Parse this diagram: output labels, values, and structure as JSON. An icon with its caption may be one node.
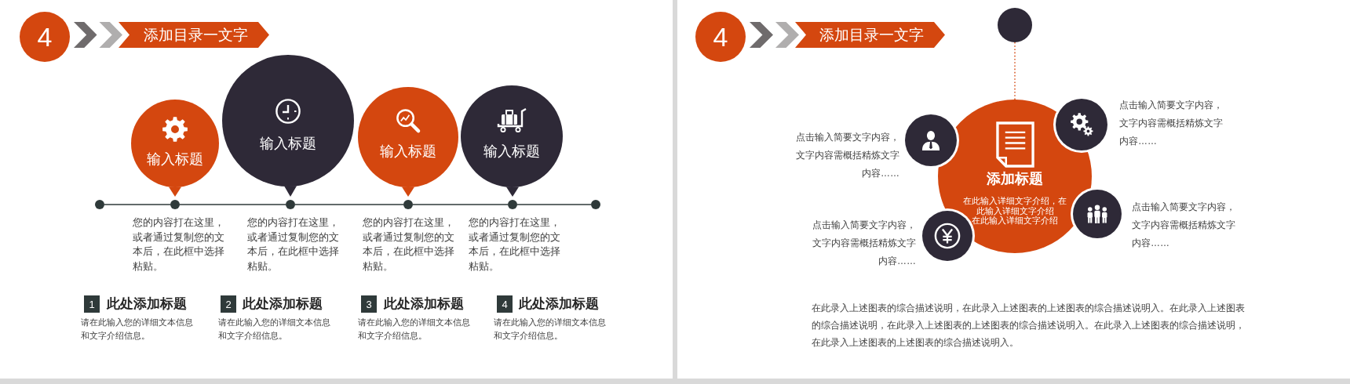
{
  "diagram": {
    "nodes": [
      {
        "text": [
          "4"
        ]
      },
      {
        "text": [
          "添加目录一文字"
        ]
      },
      {
        "text": [
          "输入标题"
        ]
      },
      {
        "text": [
          "输入标题"
        ]
      },
      {
        "text": [
          "输入标题"
        ]
      },
      {
        "text": [
          "输入标题"
        ]
      },
      {
        "text": [],
        "shape": "circle"
      },
      {
        "text": [],
        "shape": "circle"
      },
      {
        "text": [],
        "shape": "circle"
      },
      {
        "text": [],
        "shape": "circle"
      },
      {
        "text": [],
        "shape": "circle"
      },
      {
        "text": [],
        "shape": "circle"
      },
      {
        "text": [
          "1"
        ],
        "beside": [
          "此处添加标题",
          "请在此输入您的详细文本信息和文字介绍信息。"
        ]
      },
      {
        "text": [
          "2"
        ],
        "beside": [
          "此处添加标题",
          "请在此输入您的详细文本信息和文字介绍信息。"
        ]
      },
      {
        "text": [
          "3"
        ],
        "beside": [
          "此处添加标题",
          "请在此输入您的详细文本信息和文字介绍信息。"
        ]
      },
      {
        "text": [
          "4"
        ],
        "beside": [
          "此处添加标题",
          "请在此输入您的详细文本信息和文字介绍信息。"
        ]
      },
      {
        "text": [
          "4"
        ]
      },
      {
        "text": [
          "添加目录一文字"
        ]
      },
      {
        "text": [],
        "shape": "circle"
      },
      {
        "text": [
          "添加标题",
          "在此输入详细文字介绍，在此输入详细文字介绍",
          "在此输入详细文字介绍"
        ]
      },
      {
        "text": [],
        "shape": "circle",
        "beside": [
          "点击输入简要文字内容，文字内容需概括精炼文字内容……"
        ]
      },
      {
        "text": [],
        "shape": "circle",
        "beside": [
          "点击输入简要文字内容，文字内容需概括精炼文字内容……"
        ]
      },
      {
        "text": [],
        "shape": "circle",
        "beside": [
          "点击输入简要文字内容，文字内容需概括精炼文字内容……"
        ]
      },
      {
        "text": [],
        "shape": "circle",
        "beside": [
          "点击输入简要文字内容，文字内容需概括精炼文字内容……"
        ]
      }
    ],
    "edges": [
      {
        "from": 0,
        "to": 1,
        "arrow": "to",
        "color": "#6f6b6c"
      },
      {
        "from": 2,
        "to": 7,
        "arrow": "to",
        "color": "#d4470f"
      },
      {
        "from": 3,
        "to": 8,
        "arrow": "to",
        "color": "#2e2937"
      },
      {
        "from": 4,
        "to": 9,
        "arrow": "to",
        "color": "#d4470f"
      },
      {
        "from": 5,
        "to": 10,
        "arrow": "to",
        "color": "#2e2937"
      },
      {
        "from": 6,
        "to": 7,
        "arrow": "none"
      },
      {
        "from": 7,
        "to": 8,
        "arrow": "none"
      },
      {
        "from": 8,
        "to": 9,
        "arrow": "none"
      },
      {
        "from": 9,
        "to": 10,
        "arrow": "none"
      },
      {
        "from": 10,
        "to": 11,
        "arrow": "none"
      },
      {
        "from": 16,
        "to": 17,
        "arrow": "to",
        "color": "#6f6b6c"
      },
      {
        "from": 18,
        "to": 19,
        "arrow": "none",
        "style": "dashed",
        "color": "#d4470f"
      }
    ],
    "labels": [
      "您的内容打在这里，或者通过复制您的文本后，在此框中选择粘贴。",
      "您的内容打在这里，或者通过复制您的文本后，在此框中选择粘贴。",
      "您的内容打在这里，或者通过复制您的文本后，在此框中选择粘贴。",
      "您的内容打在这里，或者通过复制您的文本后，在此框中选择粘贴。",
      "在此录入上述图表的综合描述说明，在此录入上述图表的上述图表的综合描述说明入。在此录入上述图表的综合描述说明，在此录入上述图表的上述图表的综合描述说明入。在此录入上述图表的综合描述说明，在此录入上述图表的上述图表的综合描述说明入。"
    ]
  }
}
